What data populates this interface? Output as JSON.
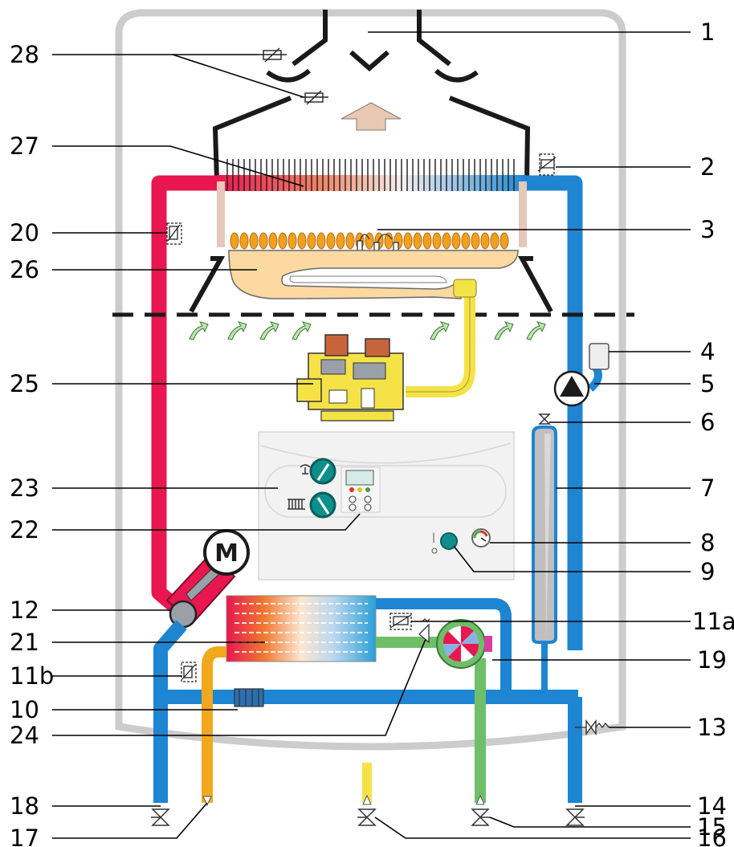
{
  "colors": {
    "hot": "#e8174f",
    "cold": "#1e85d2",
    "dhw_out": "#f2a81c",
    "cold_in": "#6fbf6a",
    "gas": "#f5e247",
    "casing": "#cccccc",
    "burner_flame": "#f0a020",
    "combustion_chamber": "#fbd9a0"
  },
  "icons": {
    "motor": "M",
    "pump": "pump-icon",
    "valve": "valve-icon",
    "sensor": "temperature-sensor-icon"
  },
  "callouts": {
    "left": [
      "28",
      "27",
      "20",
      "26",
      "25",
      "23",
      "22",
      "12",
      "21",
      "11b",
      "10",
      "24",
      "18",
      "17"
    ],
    "right": [
      "1",
      "2",
      "3",
      "4",
      "5",
      "6",
      "7",
      "8",
      "9",
      "11a",
      "19",
      "13",
      "14",
      "15",
      "16"
    ]
  }
}
